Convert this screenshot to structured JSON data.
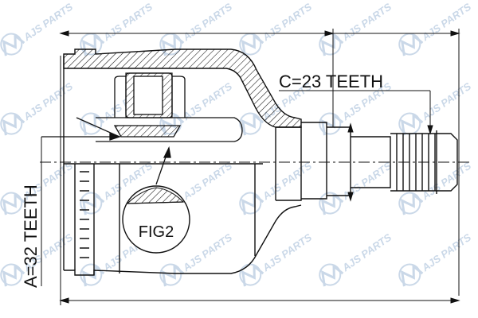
{
  "labels": {
    "a_teeth": "A=32 TEETH",
    "c_teeth": "C=23 TEETH",
    "fig": "FIG2"
  },
  "watermark": {
    "text": "AJS PARTS"
  },
  "colors": {
    "line": "#111111",
    "watermark": "#9fb9d6"
  }
}
